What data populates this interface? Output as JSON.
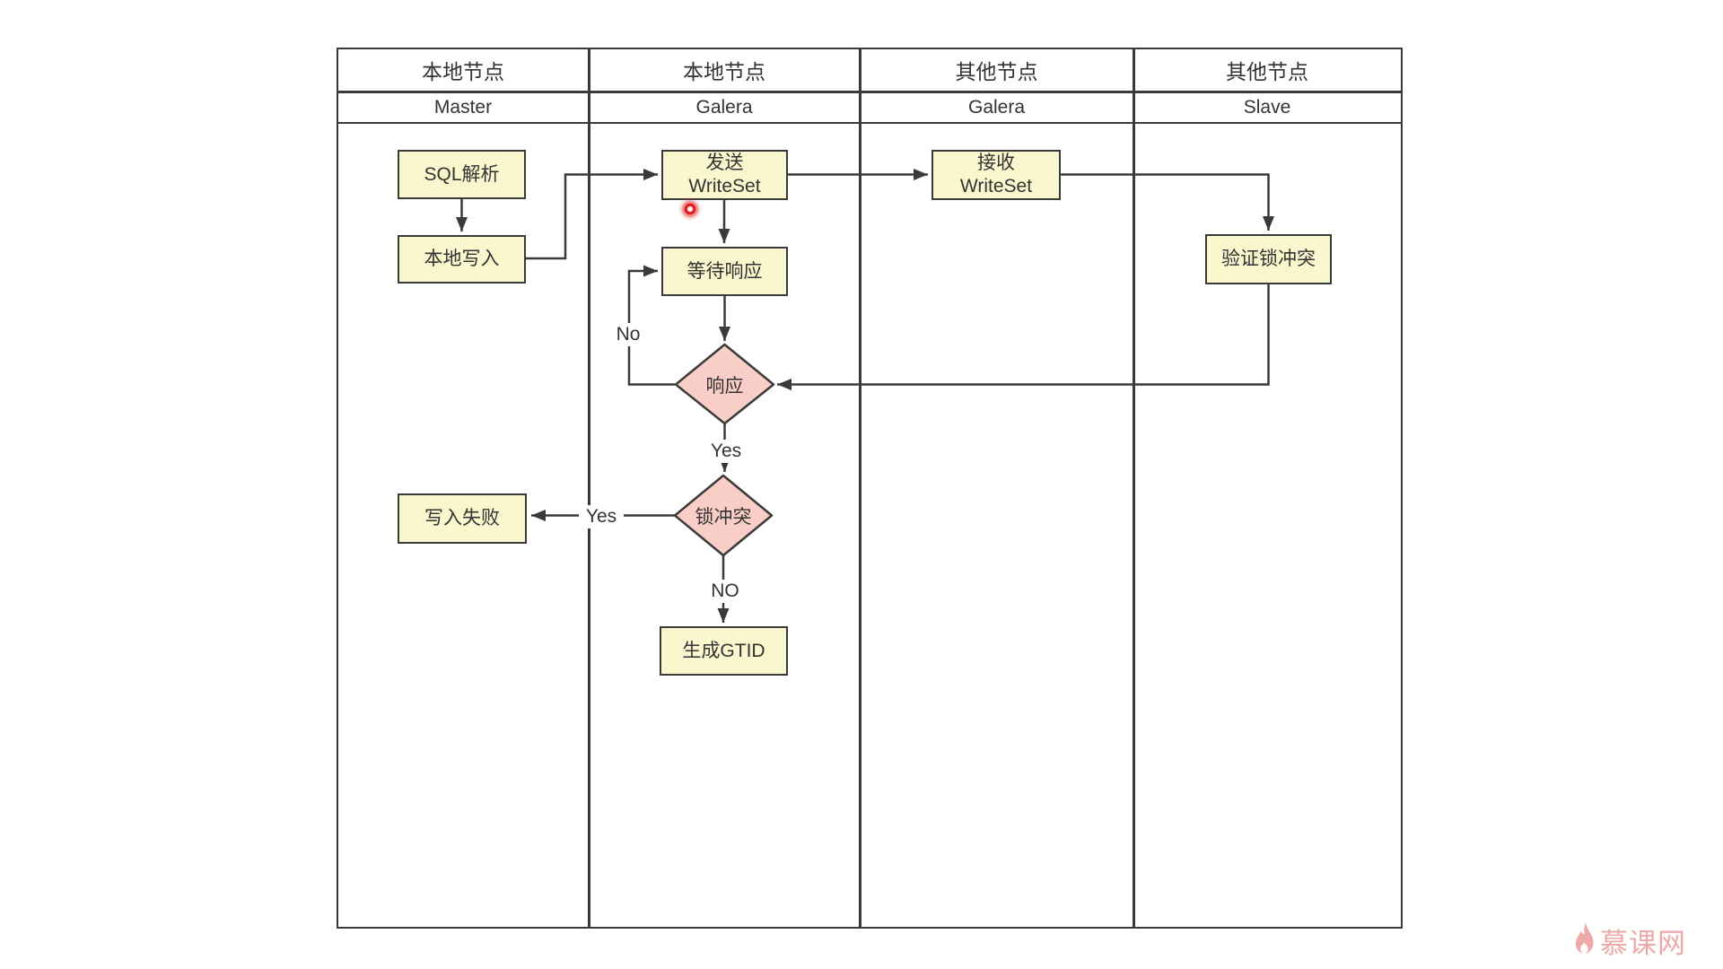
{
  "lanes": [
    {
      "group": "本地节点",
      "role": "Master"
    },
    {
      "group": "本地节点",
      "role": "Galera"
    },
    {
      "group": "其他节点",
      "role": "Galera"
    },
    {
      "group": "其他节点",
      "role": "Slave"
    }
  ],
  "nodes": {
    "sql_parse": {
      "label": "SQL解析"
    },
    "local_write": {
      "label": "本地写入"
    },
    "send_writeset": {
      "line1": "发送",
      "line2": "WriteSet"
    },
    "wait_response": {
      "label": "等待响应"
    },
    "recv_writeset": {
      "line1": "接收",
      "line2": "WriteSet"
    },
    "verify_lock": {
      "label": "验证锁冲突"
    },
    "response": {
      "label": "响应"
    },
    "lock_conflict": {
      "label": "锁冲突"
    },
    "write_fail": {
      "label": "写入失败"
    },
    "gen_gtid": {
      "label": "生成GTID"
    }
  },
  "edge_labels": {
    "response_no": "No",
    "response_yes": "Yes",
    "conflict_yes": "Yes",
    "conflict_no": "NO"
  },
  "watermark": {
    "brand": "慕课网"
  },
  "colors": {
    "process_fill": "#faf6ce",
    "decision_fill": "#f9cec7",
    "line": "#3a3a3a",
    "pointer_red": "#e02020",
    "watermark_pink": "#eca9a7"
  }
}
